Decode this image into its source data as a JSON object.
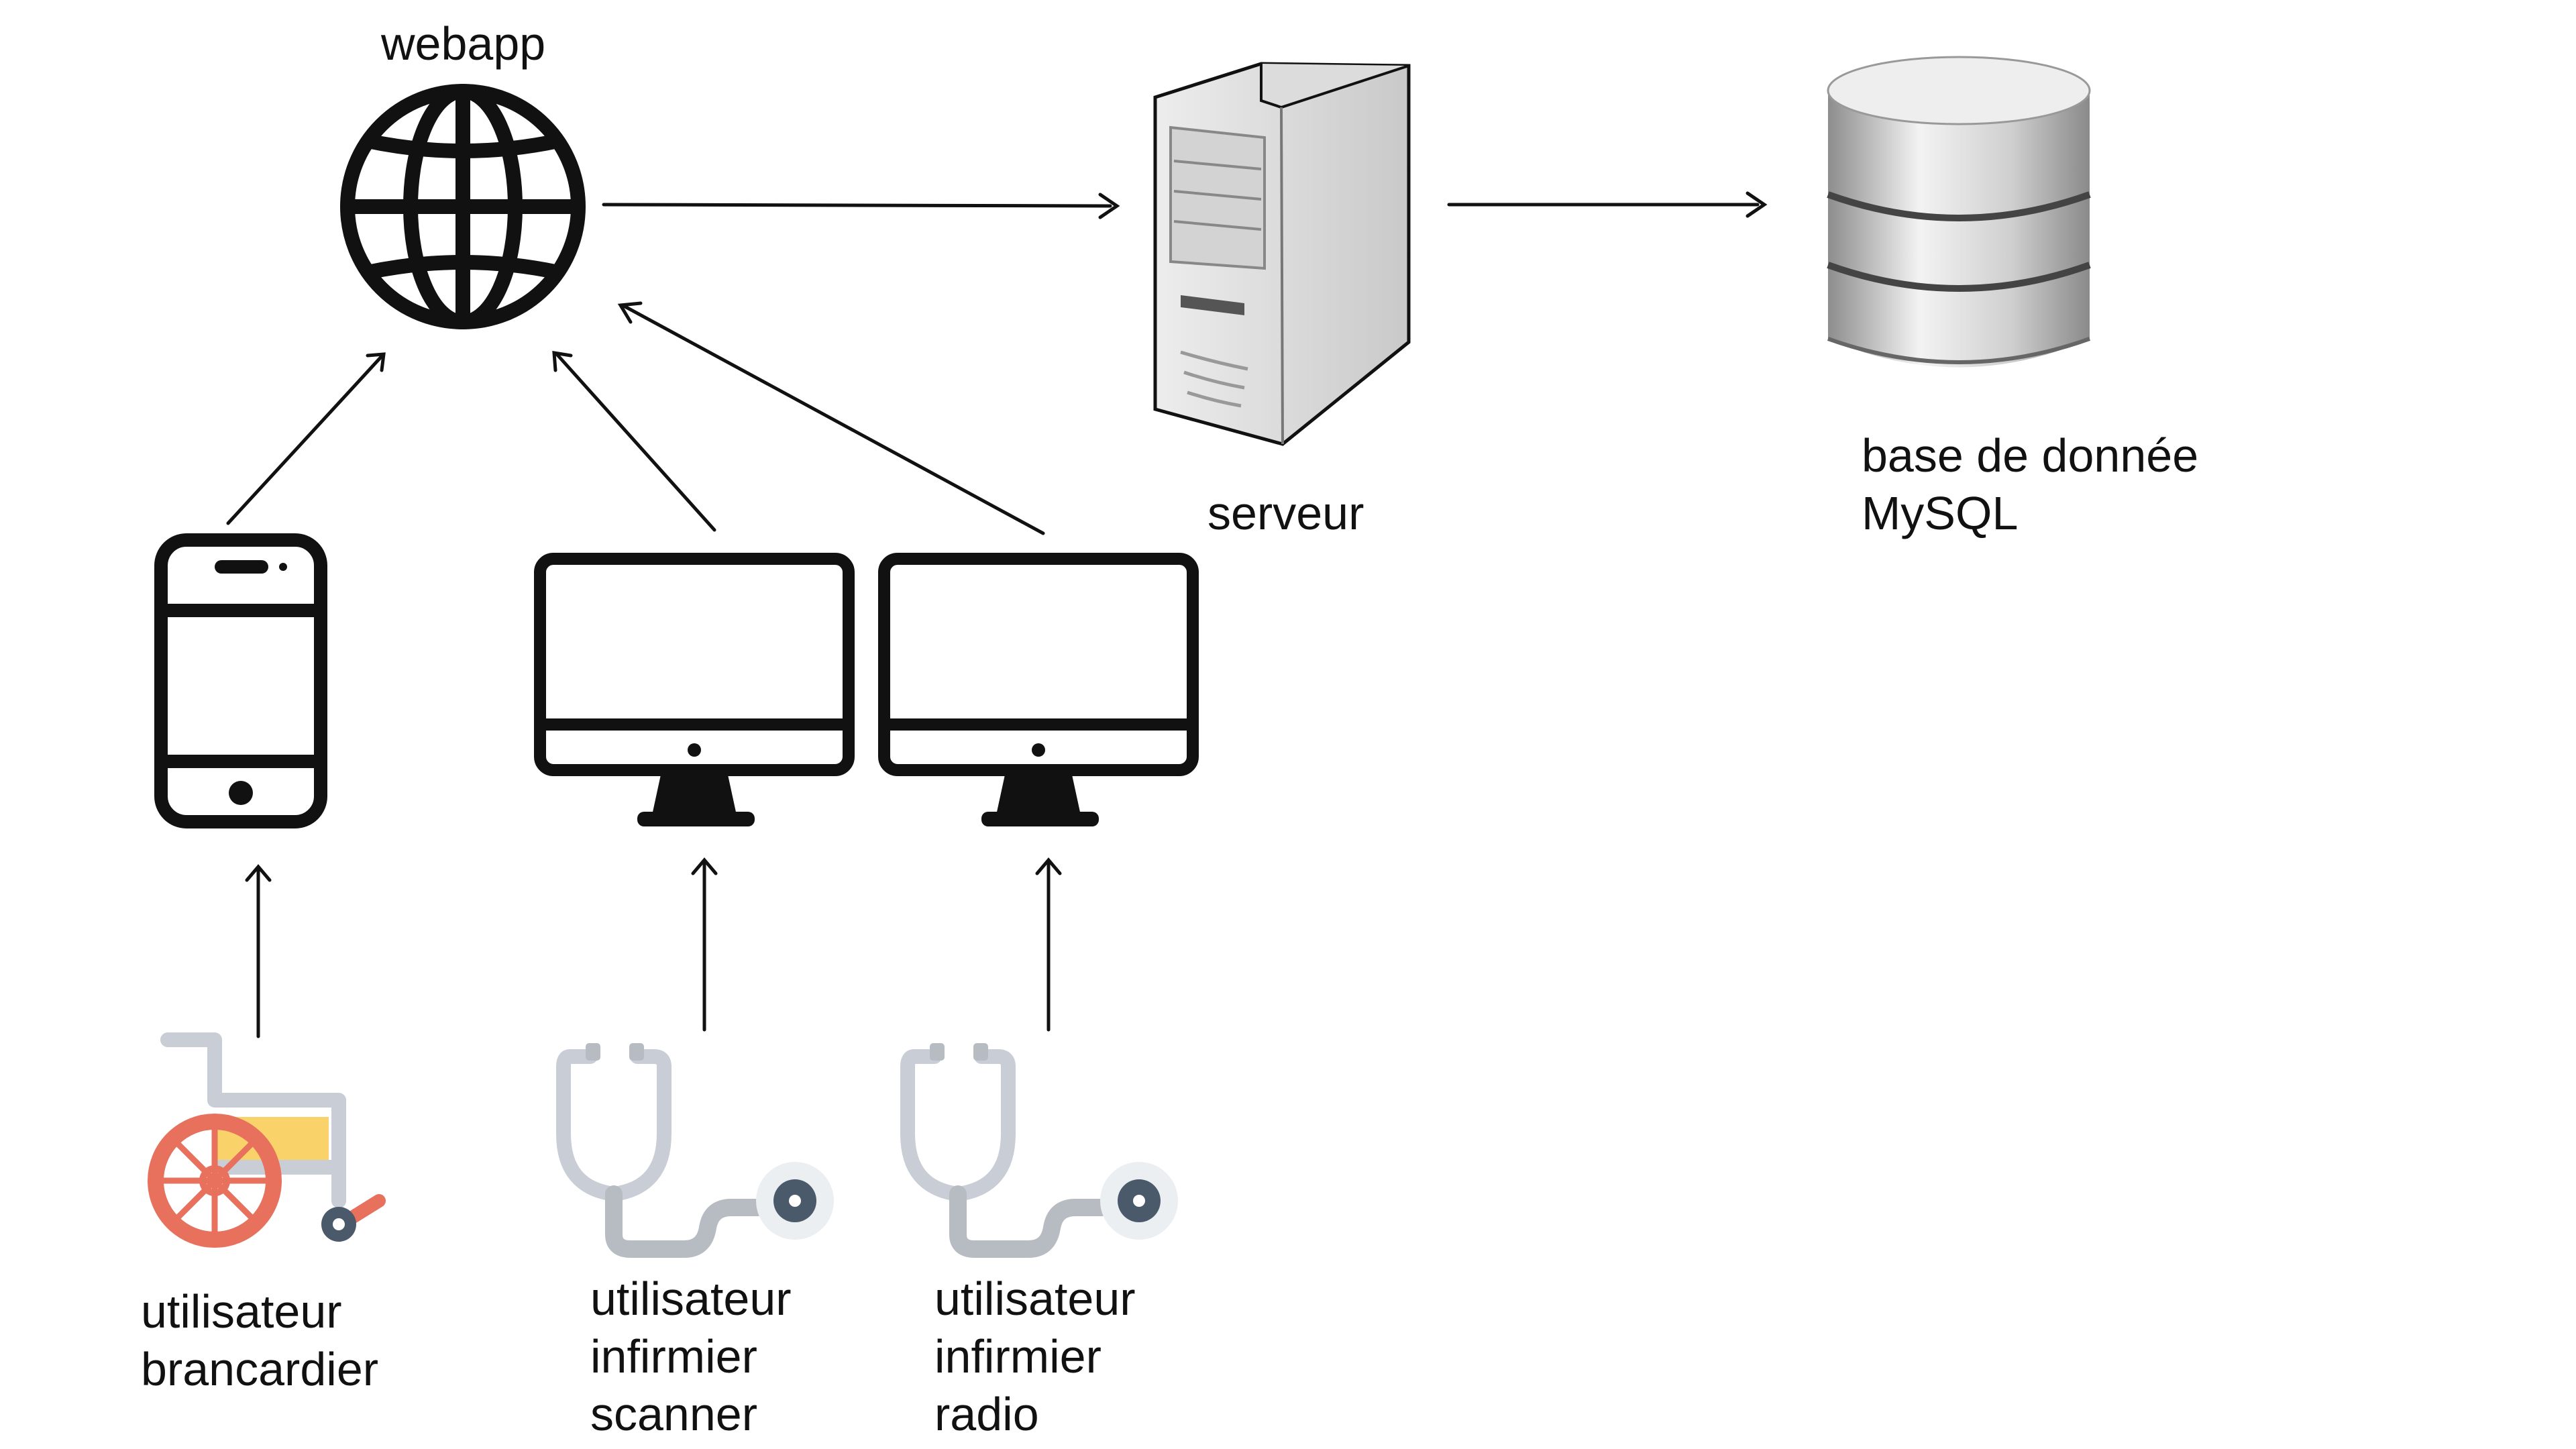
{
  "nodes": {
    "webapp": {
      "label": "webapp",
      "icon": "globe-icon"
    },
    "server": {
      "label": "serveur",
      "icon": "server-tower-icon"
    },
    "database": {
      "line1": "base de donnée",
      "line2": "MySQL",
      "icon": "database-icon"
    },
    "phone": {
      "icon": "smartphone-icon"
    },
    "monitor_scanner": {
      "icon": "monitor-icon"
    },
    "monitor_radio": {
      "icon": "monitor-icon"
    },
    "user_brancardier": {
      "line1": "utilisateur",
      "line2": "brancardier",
      "icon": "wheelchair-icon"
    },
    "user_scanner": {
      "line1": "utilisateur",
      "line2": "infirmier",
      "line3": "scanner",
      "icon": "stethoscope-icon"
    },
    "user_radio": {
      "line1": "utilisateur",
      "line2": "infirmier",
      "line3": "radio",
      "icon": "stethoscope-icon"
    }
  },
  "colors": {
    "line": "#111111",
    "wheel": "#e8715e",
    "seat": "#f9d36a",
    "frame": "#c8cdd6",
    "stetho_tube": "#b7bcc3",
    "stetho_head": "#4a5a6b"
  }
}
